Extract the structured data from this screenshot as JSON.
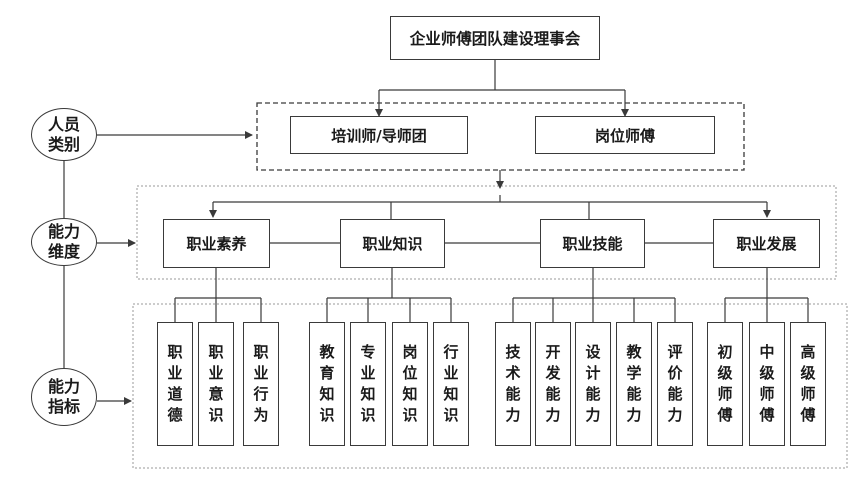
{
  "title": "企业师傅团队建设理事会",
  "personnel_types": [
    "培训师/导师团",
    "岗位师傅"
  ],
  "side_labels": [
    {
      "line1": "人员",
      "line2": "类别"
    },
    {
      "line1": "能力",
      "line2": "维度"
    },
    {
      "line1": "能力",
      "line2": "指标"
    }
  ],
  "dimensions": [
    "职业素养",
    "职业知识",
    "职业技能",
    "职业发展"
  ],
  "indicators": [
    [
      "职业道德",
      "职业意识",
      "职业行为"
    ],
    [
      "教育知识",
      "专业知识",
      "岗位知识",
      "行业知识"
    ],
    [
      "技术能力",
      "开发能力",
      "设计能力",
      "教学能力",
      "评价能力"
    ],
    [
      "初级师傅",
      "中级师傅",
      "高级师傅"
    ]
  ]
}
